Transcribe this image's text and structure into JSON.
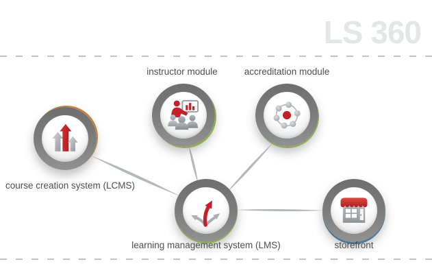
{
  "brand": {
    "logo_text": "LS 360"
  },
  "colors": {
    "accent_red": "#c5202a",
    "ring_gray": "#7d7d7d",
    "label_gray": "#4d4d4d",
    "logo_gray": "#e4e5e7",
    "dash_gray": "#c2c3c7",
    "connector_gray": "#b5b6b8",
    "lcms_rim_orange": "#c8813f",
    "module_rim_green": "#8fae4b",
    "storefront_rim_blue": "#4b7795"
  },
  "diagram": {
    "nodes": [
      {
        "id": "lcms",
        "label": "course creation system (LCMS)",
        "icon": "growth-arrows-icon"
      },
      {
        "id": "instructor",
        "label": "instructor module",
        "icon": "presenter-audience-icon"
      },
      {
        "id": "accreditation",
        "label": "accreditation module",
        "icon": "network-dots-icon"
      },
      {
        "id": "lms",
        "label": "learning management system (LMS)",
        "icon": "branching-arrows-icon"
      },
      {
        "id": "storefront",
        "label": "storefront",
        "icon": "storefront-icon"
      }
    ],
    "connections": [
      {
        "from": "lcms",
        "to": "lms"
      },
      {
        "from": "instructor",
        "to": "lms"
      },
      {
        "from": "accreditation",
        "to": "lms"
      },
      {
        "from": "storefront",
        "to": "lms"
      }
    ]
  }
}
